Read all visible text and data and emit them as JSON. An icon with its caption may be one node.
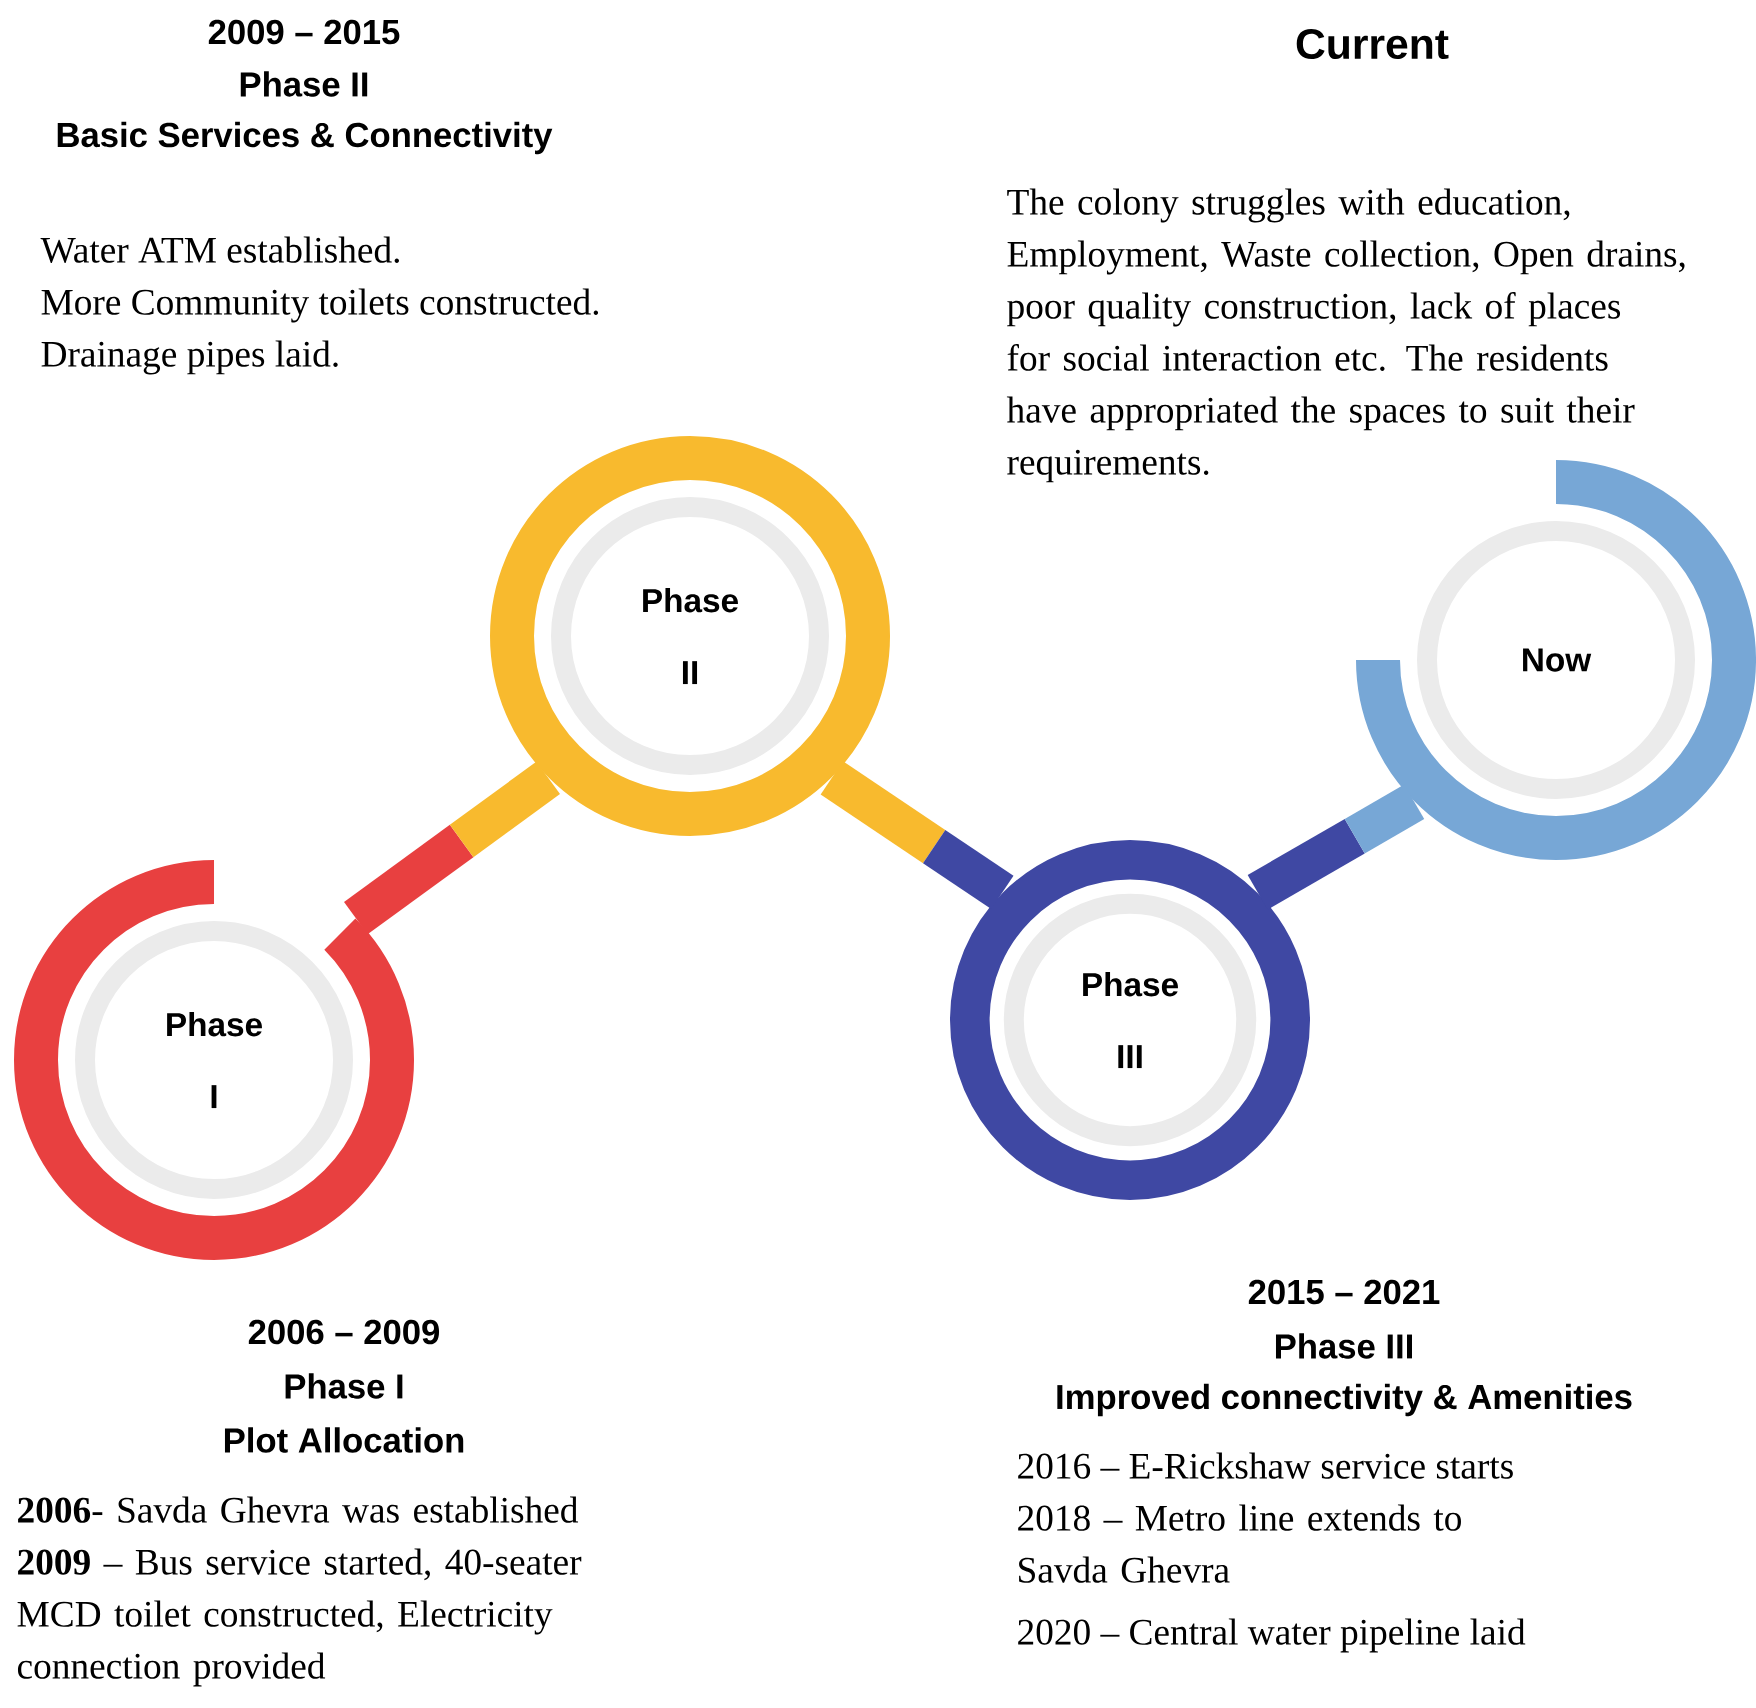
{
  "diagram": {
    "nodes": [
      {
        "text": [
          "Phase I"
        ]
      },
      {
        "text": [
          "Phase II"
        ]
      },
      {
        "text": [
          "Phase III"
        ]
      },
      {
        "text": [
          "Now"
        ]
      }
    ],
    "edges": [
      {
        "from": 0,
        "to": 1,
        "arrow": "none",
        "color": "#e84040"
      },
      {
        "from": 1,
        "to": 2,
        "arrow": "none",
        "color": "#f8ba2e"
      },
      {
        "from": 2,
        "to": 3,
        "arrow": "none",
        "color": "#3f48a3"
      }
    ],
    "labels": [
      "2009 – 2015",
      "Phase II",
      "Basic Services & Connectivity",
      "Water ATM established.",
      "More Community toilets constructed.",
      "Drainage pipes laid.",
      "Current",
      "The colony struggles with education, Employment, Waste collection, Open drains, poor quality construction, lack of places for social interaction etc. The residents have appropriated the spaces to suit their requirements.",
      "2006 – 2009",
      "Phase I",
      "Plot Allocation",
      "**2006**- Savda Ghevra was established",
      "**2009** – Bus service started, 40-seater MCD toilet constructed, Electricity connection provided",
      "2015 – 2021",
      "Phase III",
      "Improved connectivity & Amenities",
      "2016 – E-Rickshaw service starts",
      "2018 – Metro line extends to Savda Ghevra",
      "2020 – Central water pipeline laid"
    ]
  }
}
